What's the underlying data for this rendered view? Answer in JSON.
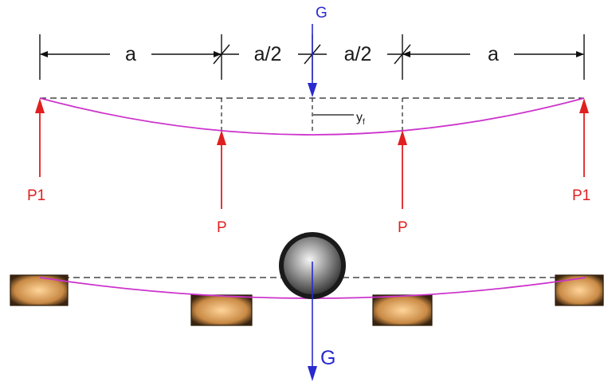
{
  "diagram": {
    "dimensions": {
      "left_a": "a",
      "mid_left": "a/2",
      "mid_right": "a/2",
      "right_a": "a"
    },
    "loads": {
      "top_load": "G",
      "bottom_load": "G",
      "end_left": "P1",
      "end_right": "P1",
      "inner_left": "P",
      "inner_right": "P"
    },
    "deflection_label": "y",
    "deflection_subscript": "f",
    "colors": {
      "beam_curve": "#cc33cc",
      "reaction_arrows": "#e02020",
      "load_arrows": "#2a2ad0",
      "dimension_lines": "#111111",
      "support_block": "#e0a860",
      "ball": "#9a9a9a"
    }
  }
}
